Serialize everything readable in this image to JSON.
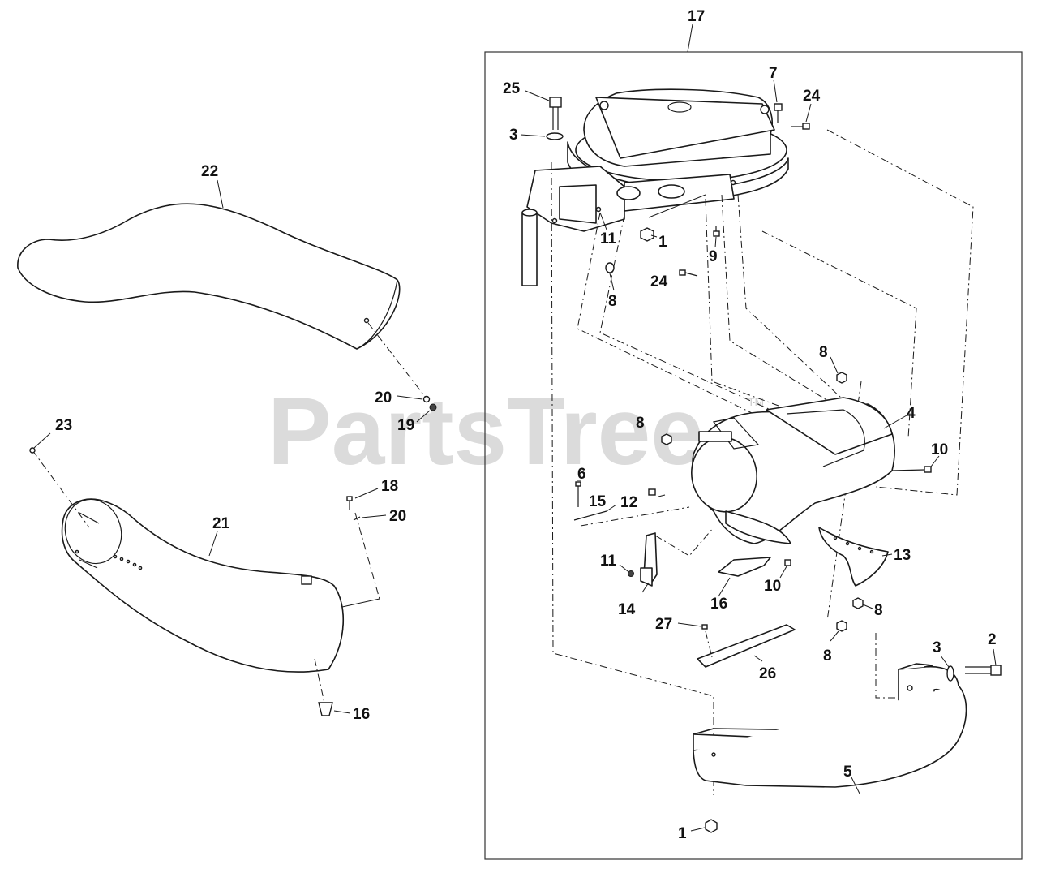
{
  "watermark": {
    "text": "PartsTree",
    "tm": "TM"
  },
  "callouts": {
    "c1_bolt_nut": "1",
    "c1_bottom": "1",
    "c2": "2",
    "c3_top": "3",
    "c3_right": "3",
    "c4": "4",
    "c5": "5",
    "c6": "6",
    "c7": "7",
    "c8_a": "8",
    "c8_b": "8",
    "c8_c": "8",
    "c8_d": "8",
    "c8_e": "8",
    "c9": "9",
    "c10_a": "10",
    "c10_b": "10",
    "c11_a": "11",
    "c11_b": "11",
    "c12": "12",
    "c13": "13",
    "c14": "14",
    "c15": "15",
    "c16_a": "16",
    "c16_b": "16",
    "c17": "17",
    "c18": "18",
    "c19": "19",
    "c20_a": "20",
    "c20_b": "20",
    "c21": "21",
    "c22": "22",
    "c23": "23",
    "c24_a": "24",
    "c24_b": "24",
    "c25": "25",
    "c26": "26",
    "c27": "27"
  },
  "icons": {
    "bolt": "bolt-icon",
    "nut": "nut-icon",
    "washer": "washer-icon"
  }
}
